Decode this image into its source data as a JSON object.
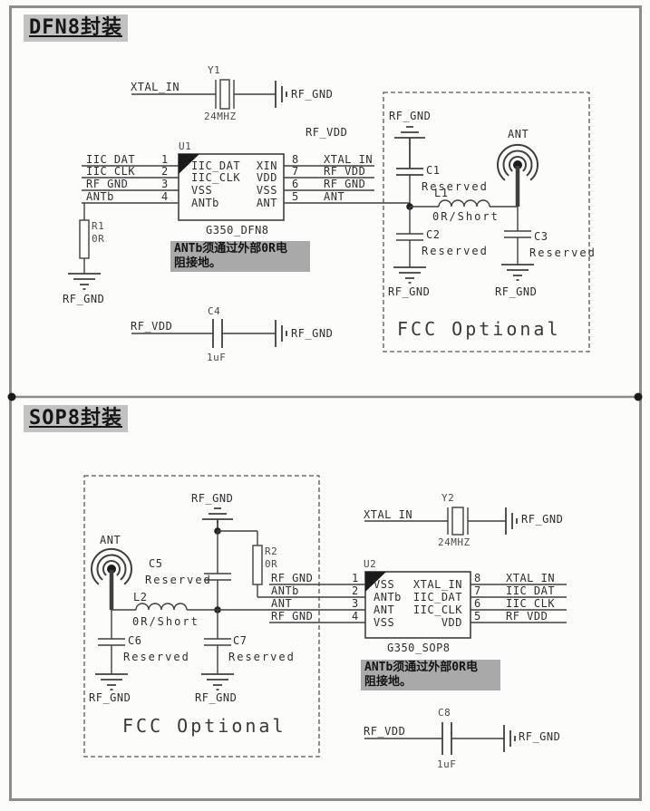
{
  "dfn8": {
    "title": "DFN8封装",
    "crystal": {
      "ref": "Y1",
      "freq": "24MHZ",
      "in_net": "XTAL_IN",
      "gnd_net": "RF_GND"
    },
    "vdd_label": "RF_VDD",
    "chip": {
      "ref": "U1",
      "part": "G350_DFN8",
      "pins_left": [
        {
          "num": "1",
          "name": "IIC_DAT",
          "net": "IIC_DAT"
        },
        {
          "num": "2",
          "name": "IIC_CLK",
          "net": "IIC_CLK"
        },
        {
          "num": "3",
          "name": "VSS",
          "net": "RF_GND"
        },
        {
          "num": "4",
          "name": "ANTb",
          "net": "ANTb"
        }
      ],
      "pins_right": [
        {
          "num": "8",
          "name": "XIN",
          "net": "XTAL_IN"
        },
        {
          "num": "7",
          "name": "VDD",
          "net": "RF_VDD"
        },
        {
          "num": "6",
          "name": "VSS",
          "net": "RF_GND"
        },
        {
          "num": "5",
          "name": "ANT",
          "net": "ANT"
        }
      ]
    },
    "r1": {
      "ref": "R1",
      "value": "0R",
      "gnd": "RF_GND"
    },
    "note_line1": "ANTb须通过外部0R电",
    "note_line2": "阻接地。",
    "c4": {
      "ref": "C4",
      "value": "1uF",
      "vdd": "RF_VDD",
      "gnd": "RF_GND"
    },
    "fcc": {
      "label": "FCC Optional",
      "top_gnd": "RF_GND",
      "ant": "ANT",
      "c1": {
        "ref": "C1",
        "value": "Reserved"
      },
      "c2": {
        "ref": "C2",
        "value": "Reserved",
        "gnd": "RF_GND"
      },
      "c3": {
        "ref": "C3",
        "value": "Reserved",
        "gnd": "RF_GND"
      },
      "l1": {
        "ref": "L1",
        "value": "0R/Short"
      }
    }
  },
  "sop8": {
    "title": "SOP8封装",
    "crystal": {
      "ref": "Y2",
      "freq": "24MHZ",
      "in_net": "XTAL_IN",
      "gnd_net": "RF_GND"
    },
    "chip": {
      "ref": "U2",
      "part": "G350_SOP8",
      "pins_left": [
        {
          "num": "1",
          "name": "VSS",
          "net": "RF_GND"
        },
        {
          "num": "2",
          "name": "ANTb",
          "net": "ANTb"
        },
        {
          "num": "3",
          "name": "ANT",
          "net": "ANT"
        },
        {
          "num": "4",
          "name": "VSS",
          "net": "RF_GND"
        }
      ],
      "pins_right": [
        {
          "num": "8",
          "name": "XTAL_IN",
          "net": "XTAL_IN"
        },
        {
          "num": "7",
          "name": "IIC_DAT",
          "net": "IIC_DAT"
        },
        {
          "num": "6",
          "name": "IIC_CLK",
          "net": "IIC_CLK"
        },
        {
          "num": "5",
          "name": "VDD",
          "net": "RF_VDD"
        }
      ]
    },
    "r2": {
      "ref": "R2",
      "value": "0R"
    },
    "note_line1": "ANTb须通过外部0R电",
    "note_line2": "阻接地。",
    "c8": {
      "ref": "C8",
      "value": "1uF",
      "vdd": "RF_VDD",
      "gnd": "RF_GND"
    },
    "fcc": {
      "label": "FCC Optional",
      "top_gnd": "RF_GND",
      "ant": "ANT",
      "c5": {
        "ref": "C5",
        "value": "Reserved"
      },
      "c6": {
        "ref": "C6",
        "value": "Reserved",
        "gnd": "RF_GND"
      },
      "c7": {
        "ref": "C7",
        "value": "Reserved",
        "gnd": "RF_GND"
      },
      "l2": {
        "ref": "L2",
        "value": "0R/Short"
      }
    }
  }
}
